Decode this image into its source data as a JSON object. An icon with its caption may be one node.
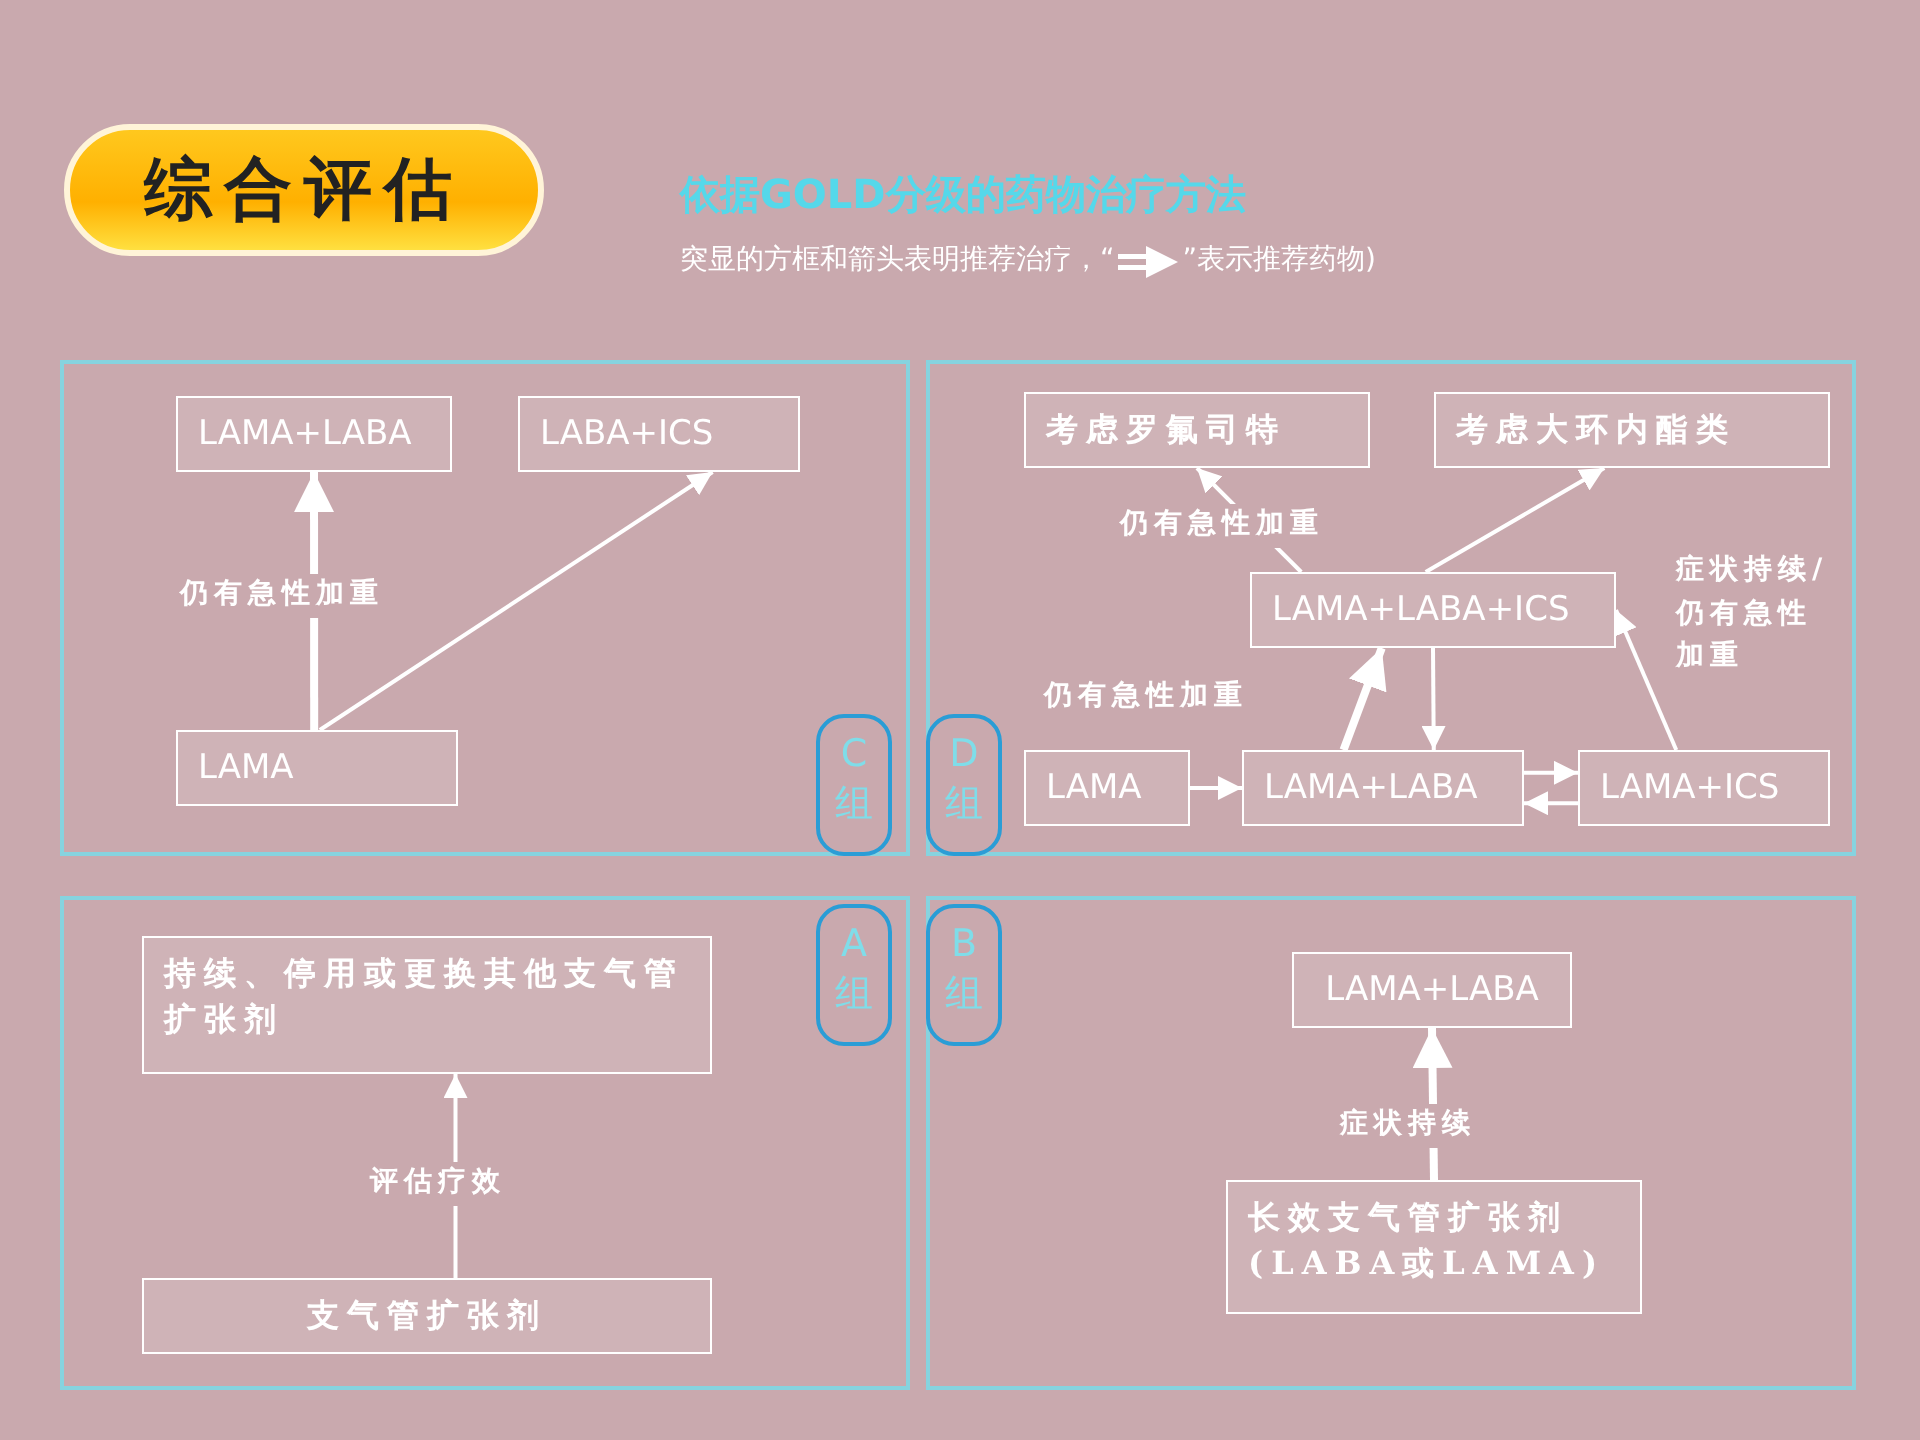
{
  "diagram": {
    "title": "综合评估",
    "nodes": [
      {
        "text": [],
        "shape": "box"
      },
      {
        "text": [
          "LAMA+LABA"
        ],
        "in": 0
      },
      {
        "text": [
          "LABA+ICS"
        ],
        "in": 0
      },
      {
        "text": [
          "LAMA"
        ],
        "in": 0
      },
      {
        "text": [],
        "shape": "box"
      },
      {
        "text": [
          "考虑罗氟司特"
        ],
        "in": 4
      },
      {
        "text": [
          "考虑大环内酯类"
        ],
        "in": 4
      },
      {
        "text": [
          "LAMA+LABA+ICS"
        ],
        "in": 4
      },
      {
        "text": [
          "LAMA"
        ],
        "in": 4
      },
      {
        "text": [
          "LAMA+LABA"
        ],
        "in": 4
      },
      {
        "text": [
          "LAMA+ICS"
        ],
        "in": 4
      },
      {
        "text": [
          "C组"
        ],
        "in": 0
      },
      {
        "text": [
          "D组"
        ],
        "in": 4
      },
      {
        "text": [
          "A组"
        ],
        "in": 15
      },
      {
        "text": [
          "B组"
        ],
        "in": 18
      },
      {
        "text": [],
        "shape": "box"
      },
      {
        "text": [
          "持续、停用或更换其他支气管扩张剂"
        ],
        "in": 15
      },
      {
        "text": [
          "支气管扩张剂"
        ],
        "in": 15
      },
      {
        "text": [],
        "shape": "box"
      },
      {
        "text": [
          "LAMA+LABA"
        ],
        "in": 18
      },
      {
        "text": [
          "长效支气管扩张剂(LABA或LAMA)"
        ],
        "in": 18
      }
    ],
    "edges": [
      {
        "from": 3,
        "to": 1,
        "arrow": "to",
        "label": "仍有急性加重",
        "style": "thick"
      },
      {
        "from": 3,
        "to": 2,
        "arrow": "to"
      },
      {
        "from": 7,
        "to": 5,
        "arrow": "to",
        "label": "仍有急性加重"
      },
      {
        "from": 7,
        "to": 6,
        "arrow": "to"
      },
      {
        "from": 8,
        "to": 9,
        "arrow": "to"
      },
      {
        "from": 9,
        "to": 7,
        "arrow": "to",
        "label": "仍有急性加重",
        "style": "thick"
      },
      {
        "from": 7,
        "to": 9,
        "arrow": "to"
      },
      {
        "from": 9,
        "to": 10,
        "arrow": "to"
      },
      {
        "from": 10,
        "to": 9,
        "arrow": "to"
      },
      {
        "from": 10,
        "to": 7,
        "arrow": "to",
        "label": "症状持续/仍有急性加重"
      },
      {
        "from": 17,
        "to": 16,
        "arrow": "to",
        "label": "评估疗效"
      },
      {
        "from": 20,
        "to": 19,
        "arrow": "to",
        "label": "症状持续",
        "style": "thick"
      }
    ],
    "labels": [
      "依据GOLD分级的药物治疗方法",
      "突显的方框和箭头表明推荐治疗，“",
      "”表示推荐药物)"
    ]
  }
}
